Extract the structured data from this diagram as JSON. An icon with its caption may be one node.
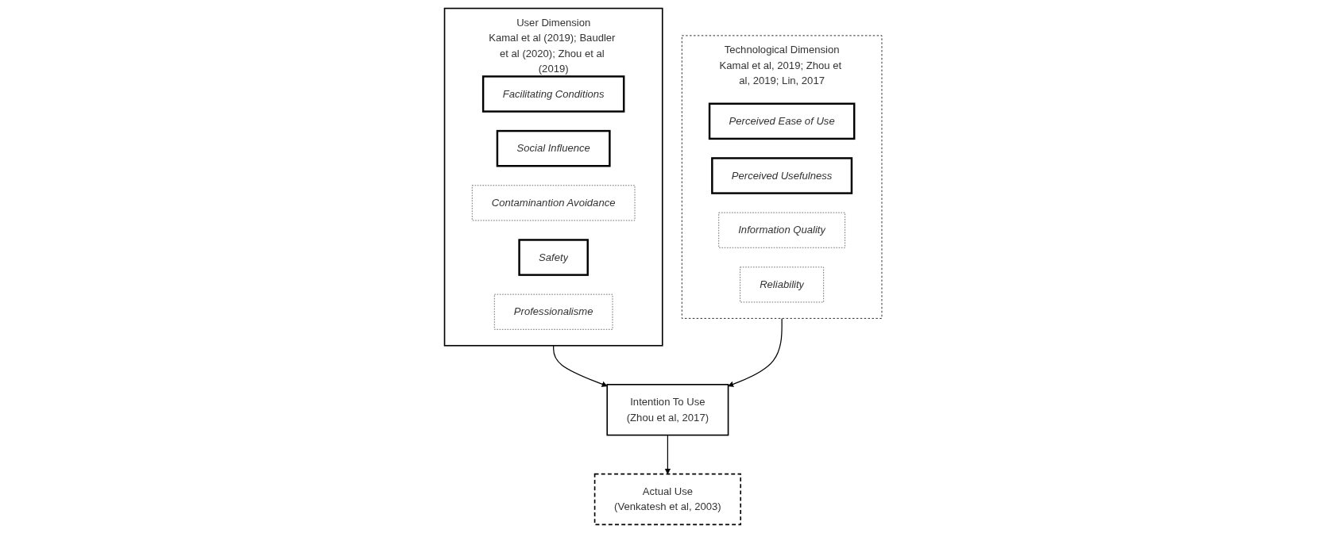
{
  "diagram": {
    "nodes": [
      {
        "text": [
          "User Dimension",
          "Kamal et al (2019); Baudler et al (2020); Zhou et al (2019)"
        ]
      },
      {
        "text": [
          "Facilitating Conditions"
        ],
        "in": 0
      },
      {
        "text": [
          "Social Influence"
        ],
        "in": 0
      },
      {
        "text": [
          "Contaminantion Avoidance"
        ],
        "in": 0
      },
      {
        "text": [
          "Safety"
        ],
        "in": 0
      },
      {
        "text": [
          "Professionalisme"
        ],
        "in": 0
      },
      {
        "text": [
          "Intention To Use",
          "(Zhou et al, 2017)"
        ]
      },
      {
        "text": [
          "Actual Use",
          "(Venkatesh et al, 2003)"
        ]
      },
      {
        "text": [
          "Technological Dimension",
          "Kamal et al, 2019; Zhou et al, 2019; Lin, 2017"
        ]
      },
      {
        "text": [
          "Perceived Ease of Use"
        ],
        "in": 8
      },
      {
        "text": [
          "Perceived Usefulness"
        ],
        "in": 8
      },
      {
        "text": [
          "Information Quality"
        ],
        "in": 8
      },
      {
        "text": [
          "Reliability"
        ],
        "in": 8
      }
    ],
    "edges": [
      {
        "from": 0,
        "to": 6,
        "arrow": "to"
      },
      {
        "from": 8,
        "to": 6,
        "arrow": "to"
      },
      {
        "from": 6,
        "to": 7,
        "arrow": "to"
      }
    ]
  }
}
